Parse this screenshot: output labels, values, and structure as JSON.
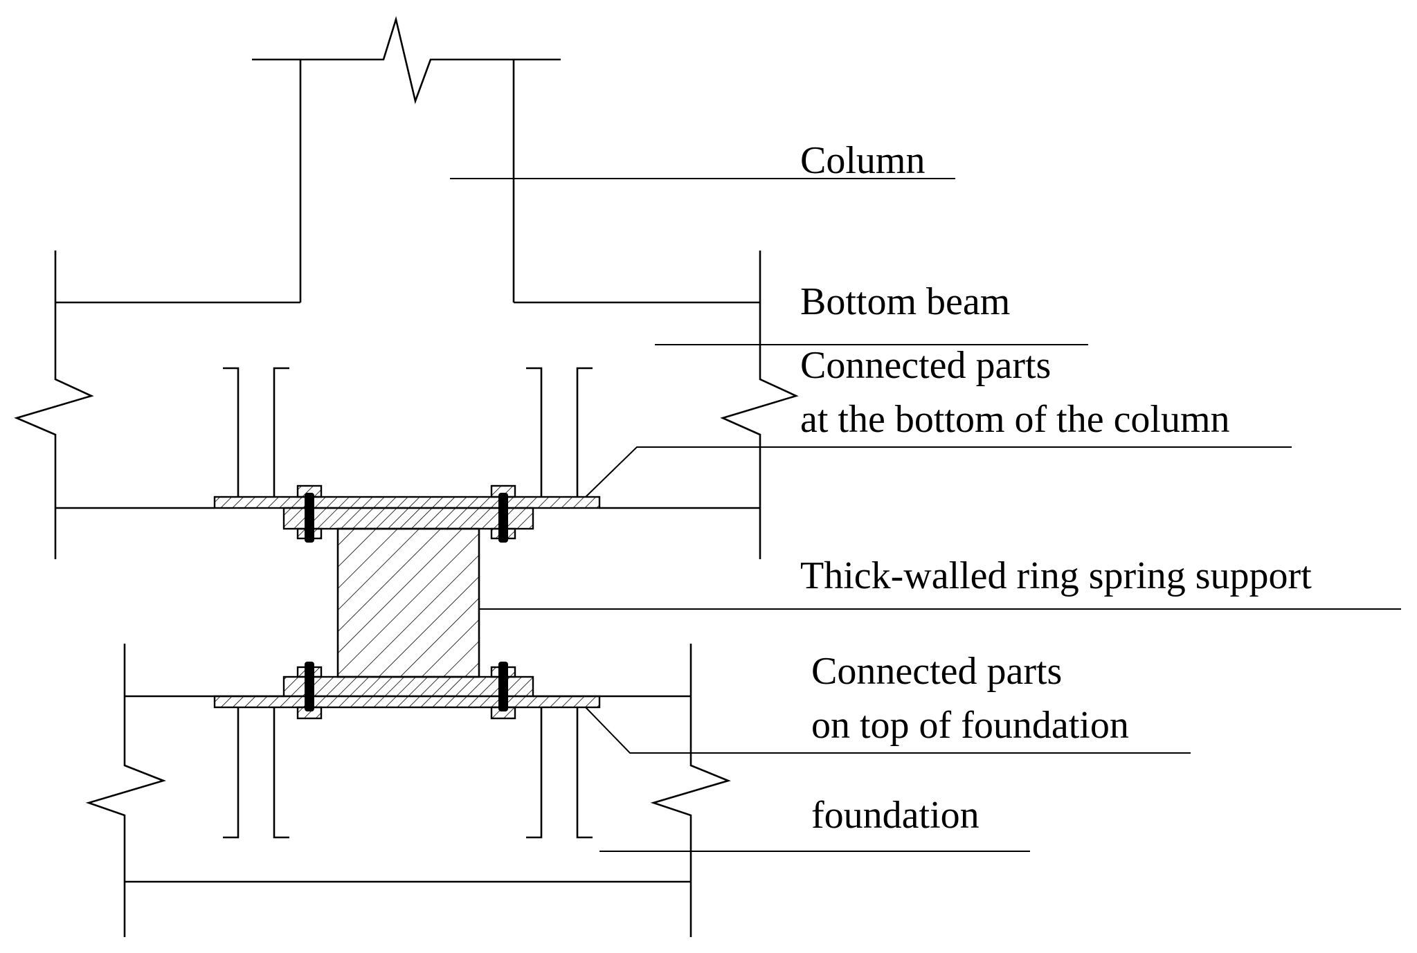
{
  "diagram": {
    "colors": {
      "stroke": "#000000",
      "background": "#ffffff"
    },
    "labels": {
      "column": "Column",
      "bottom_beam": "Bottom beam",
      "connected_bottom_line1": "Connected parts",
      "connected_bottom_line2": "at the bottom of the column",
      "ring_spring": "Thick-walled ring spring support",
      "connected_top_line1": "Connected parts",
      "connected_top_line2": "on top of foundation",
      "foundation": "foundation"
    }
  }
}
